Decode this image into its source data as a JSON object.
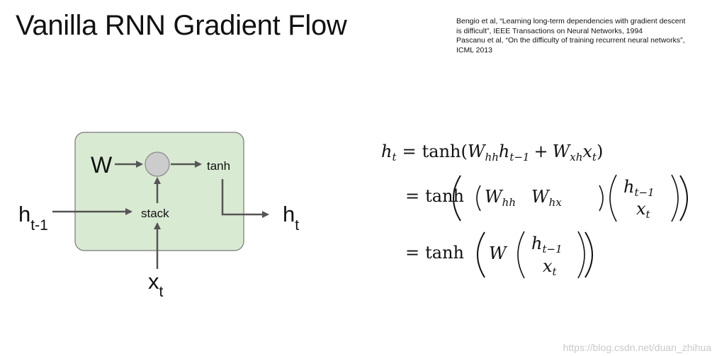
{
  "slide": {
    "title": "Vanilla RNN Gradient Flow",
    "references": [
      "Bengio et al, “Learning long-term dependencies with gradient descent",
      "is difficult”, IEEE Transactions on Neural Networks, 1994",
      "Pascanu et al, “On the difficulty of training recurrent neural networks”,",
      "ICML 2013"
    ],
    "watermark": "https://blog.csdn.net/duan_zhihua"
  },
  "diagram": {
    "box_color": "#d9ead3",
    "box_border": "#777777",
    "node_color": "#cccccc",
    "arrow_color": "#555555",
    "labels": {
      "w": "W",
      "tanh": "tanh",
      "stack": "stack",
      "h_prev": "h",
      "h_prev_sub": "t-1",
      "h_next": "h",
      "h_next_sub": "t",
      "x": "x",
      "x_sub": "t"
    }
  },
  "equations": {
    "line1": {
      "lhs": "h",
      "lhs_sub": "t",
      "eq": "=",
      "fn": "tanh",
      "open": "(",
      "w1": "W",
      "w1_sub": "hh",
      "h": "h",
      "h_sub": "t−1",
      "plus": "+",
      "w2": "W",
      "w2_sub": "xh",
      "x": "x",
      "x_sub": "t",
      "close": ")"
    },
    "line2": {
      "eq": "=",
      "fn": "tanh",
      "w1": "W",
      "w1_sub": "hh",
      "w2": "W",
      "w2_sub": "hx",
      "h": "h",
      "h_sub": "t−1",
      "x": "x",
      "x_sub": "t"
    },
    "line3": {
      "eq": "=",
      "fn": "tanh",
      "w": "W",
      "h": "h",
      "h_sub": "t−1",
      "x": "x",
      "x_sub": "t"
    }
  }
}
